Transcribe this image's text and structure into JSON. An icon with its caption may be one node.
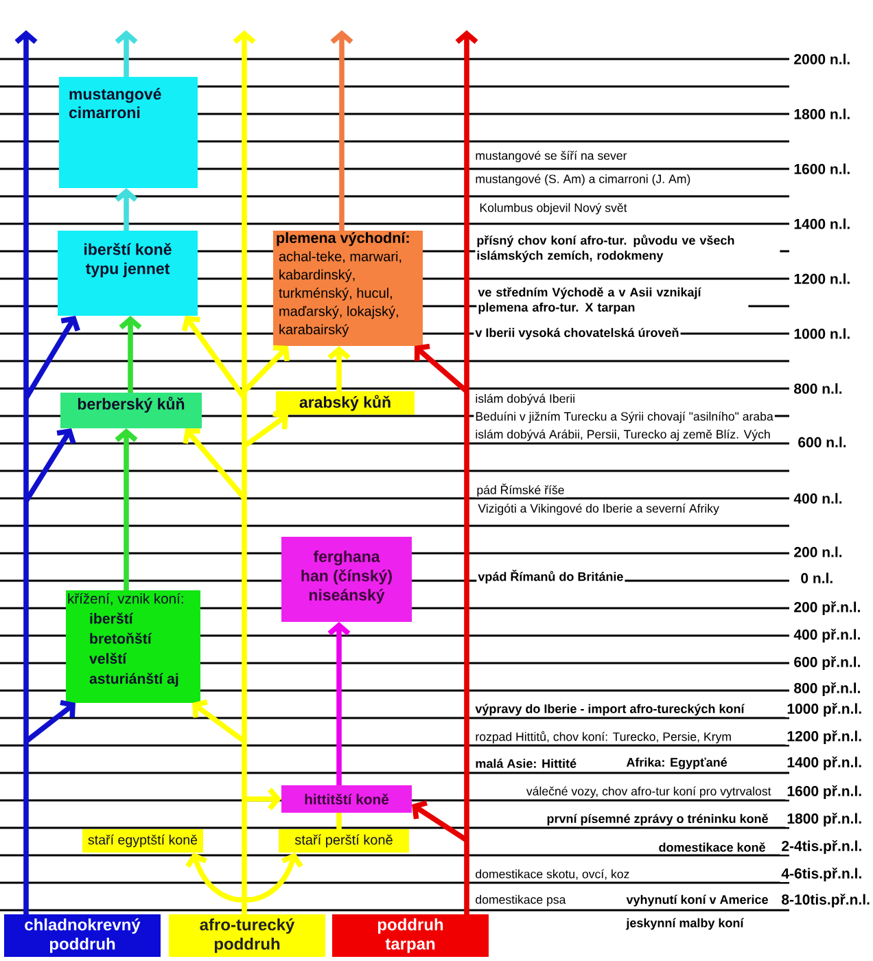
{
  "diagram": {
    "nodes": [
      {
        "text": [
          "mustangové cimarroni"
        ]
      },
      {
        "text": [
          "iberští koně typu jennet"
        ]
      },
      {
        "text": [
          "plemena východní:",
          "achal-teke, marwari, kabardinský, turkménský, hucul, maďarský, lokajský, karabairský"
        ]
      },
      {
        "text": [
          "berberský kůň"
        ]
      },
      {
        "text": [
          "arabský kůň"
        ]
      },
      {
        "text": [
          "ferghana",
          "han (čínský)",
          "niseánský"
        ]
      },
      {
        "text": [
          "křížení, vznik koní:",
          "iberští",
          "bretoňští",
          "velští",
          "asturiánští aj"
        ]
      },
      {
        "text": [
          "hittitští koně"
        ]
      },
      {
        "text": [
          "staří egyptští koně"
        ]
      },
      {
        "text": [
          "staří perští koně"
        ]
      },
      {
        "text": [
          "chladnokrevný poddruh"
        ]
      },
      {
        "text": [
          "afro-turecký poddruh"
        ]
      },
      {
        "text": [
          "poddruh tarpan"
        ]
      }
    ],
    "edges": [
      {
        "from": 10,
        "to": null,
        "arrow": "to",
        "color": "#1010cc"
      },
      {
        "from": 10,
        "to": 6,
        "arrow": "to",
        "color": "#1010cc"
      },
      {
        "from": 10,
        "to": 3,
        "arrow": "to",
        "color": "#1010cc"
      },
      {
        "from": 10,
        "to": 1,
        "arrow": "to",
        "color": "#1010cc"
      },
      {
        "from": 11,
        "to": null,
        "arrow": "to"
      },
      {
        "from": 11,
        "to": 8,
        "arrow": "to"
      },
      {
        "from": 11,
        "to": 9,
        "arrow": "to"
      },
      {
        "from": 11,
        "to": 7,
        "arrow": "to"
      },
      {
        "from": 11,
        "to": 6,
        "arrow": "to"
      },
      {
        "from": 11,
        "to": 3,
        "arrow": "to"
      },
      {
        "from": 11,
        "to": 4,
        "arrow": "to"
      },
      {
        "from": 11,
        "to": 1,
        "arrow": "to"
      },
      {
        "from": 11,
        "to": 2,
        "arrow": "to"
      },
      {
        "from": 4,
        "to": 2,
        "arrow": "to"
      },
      {
        "from": 9,
        "to": 7,
        "arrow": "none"
      },
      {
        "from": 7,
        "to": 5,
        "arrow": "to",
        "color": "#ee00ee"
      },
      {
        "from": 6,
        "to": 3,
        "arrow": "to",
        "color": "#33dd33"
      },
      {
        "from": 3,
        "to": 1,
        "arrow": "to",
        "color": "#33dd33"
      },
      {
        "from": 1,
        "to": 0,
        "arrow": "to",
        "color": "#44dddd"
      },
      {
        "from": 0,
        "to": null,
        "arrow": "to",
        "color": "#44dddd"
      },
      {
        "from": 2,
        "to": null,
        "arrow": "to",
        "color": "#f07b45"
      },
      {
        "from": 12,
        "to": null,
        "arrow": "to",
        "color": "#e60000"
      },
      {
        "from": 12,
        "to": 2,
        "arrow": "to",
        "color": "#e60000"
      },
      {
        "from": 12,
        "to": 7,
        "arrow": "to",
        "color": "#e60000"
      }
    ],
    "labels": [
      "2000 n.l.",
      "1800 n.l.",
      "mustangové se šíří na sever",
      "1600 n.l.",
      "mustangové (S. Am) a cimarroni (J. Am)",
      "Kolumbus objevil Nový svět",
      "1400 n.l.",
      "přísný chov koní afro-tur. původu ve všech islámských zemích, rodokmeny",
      "1200 n.l.",
      "ve středním Východě a v Asii vznikají plemena afro-tur. X tarpan",
      "v Iberii vysoká chovatelská úroveň",
      "1000 n.l.",
      "800 n.l.",
      "islám dobývá Iberii",
      "Beduíni v jižním Turecku a Sýrii chovají \"asilního\" araba",
      "islám dobývá Arábii, Persii, Turecko aj země Blíz. Vých",
      "600 n.l.",
      "pád Římské říše",
      "400 n.l.",
      "Vizigóti a Vikingové do Iberie a severní Afriky",
      "200 n.l.",
      "vpád Římanů do Británie",
      "0 n.l.",
      "200 př.n.l.",
      "400 př.n.l.",
      "600 př.n.l.",
      "800 př.n.l.",
      "výpravy do Iberie - import afro-tureckých koní",
      "1000 př.n.l.",
      "rozpad Hittitů, chov koní: Turecko, Persie, Krym",
      "1200 př.n.l.",
      "malá Asie: Hittité",
      "Afrika: Egypťané",
      "1400 př.n.l.",
      "válečné vozy, chov afro-tur koní pro vytrvalost",
      "1600 př.n.l.",
      "první písemné zprávy o tréninku koně",
      "1800 př.n.l.",
      "domestikace koně",
      "2-4tis.př.n.l.",
      "domestikace skotu, ovcí, koz",
      "4-6tis.př.n.l.",
      "domestikace psa",
      "vyhynutí koní v Americe",
      "8-10tis.př.n.l.",
      "jeskynní malby koní"
    ]
  }
}
